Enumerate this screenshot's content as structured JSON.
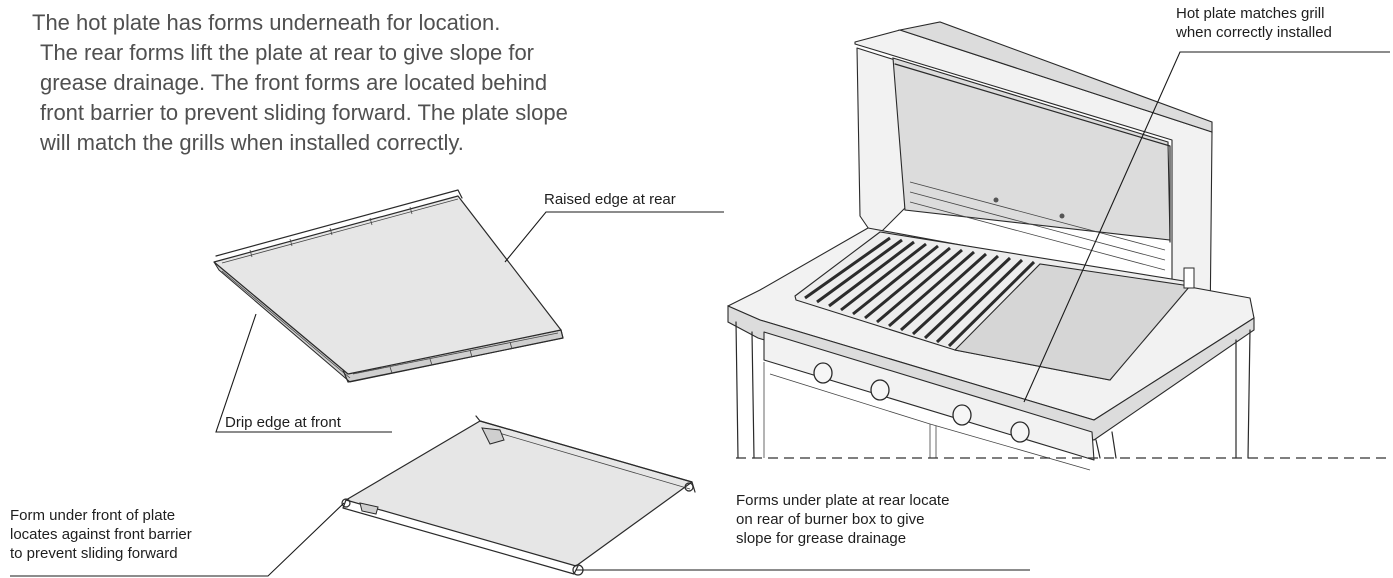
{
  "intro": {
    "line1": "The hot plate has forms underneath for location.",
    "line2": "The rear forms lift the plate at rear to give slope for",
    "line3": "grease drainage. The front forms are located behind",
    "line4": "front barrier to prevent sliding forward. The plate slope",
    "line5": "will match the grills when installed correctly."
  },
  "callouts": {
    "raised_edge": "Raised edge at rear",
    "drip_edge": "Drip edge at front",
    "form_front": [
      "Form under front of plate",
      "locates against front barrier",
      "to prevent sliding forward"
    ],
    "form_rear": [
      "Forms under plate at rear locate",
      "on rear of burner box to give",
      "slope for grease drainage"
    ],
    "matches_grill": [
      "Hot plate matches grill",
      "when correctly installed"
    ]
  }
}
